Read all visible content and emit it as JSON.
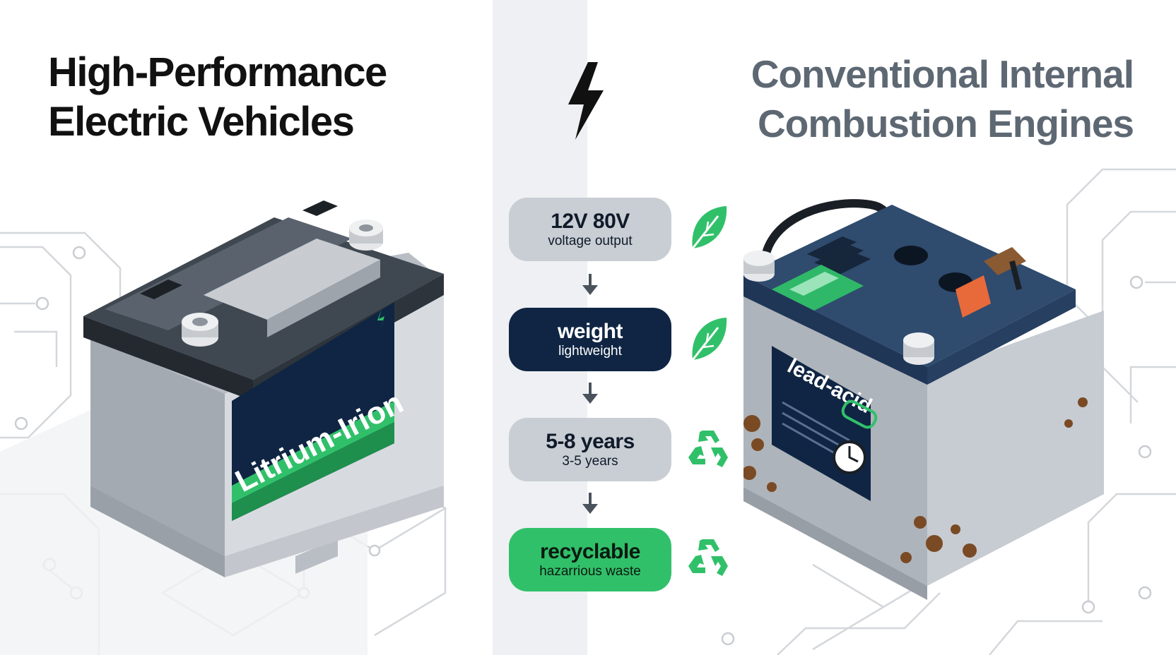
{
  "left": {
    "title_line1": "High-Performance",
    "title_line2": "Electric Vehicles",
    "battery_label": "Litrium-Irion"
  },
  "right": {
    "title_line1": "Conventional Internal",
    "title_line2": "Combustion Engines",
    "battery_label": "lead-acid"
  },
  "comparison": [
    {
      "main": "12V 80V",
      "sub": "voltage output",
      "style": "gray",
      "icon": "leaf-icon"
    },
    {
      "main": "weight",
      "sub": "lightweight",
      "style": "navy",
      "icon": "leaf-icon"
    },
    {
      "main": "5-8 years",
      "sub": "3-5 years",
      "style": "gray",
      "icon": "recycle-icon"
    },
    {
      "main": "recyclable",
      "sub": "hazarrious waste",
      "style": "green",
      "icon": "recycle-icon"
    }
  ],
  "colors": {
    "accent_green": "#31c06a",
    "navy": "#0f2543",
    "pill_gray": "#c9ced4",
    "title_gray": "#5d6873"
  }
}
